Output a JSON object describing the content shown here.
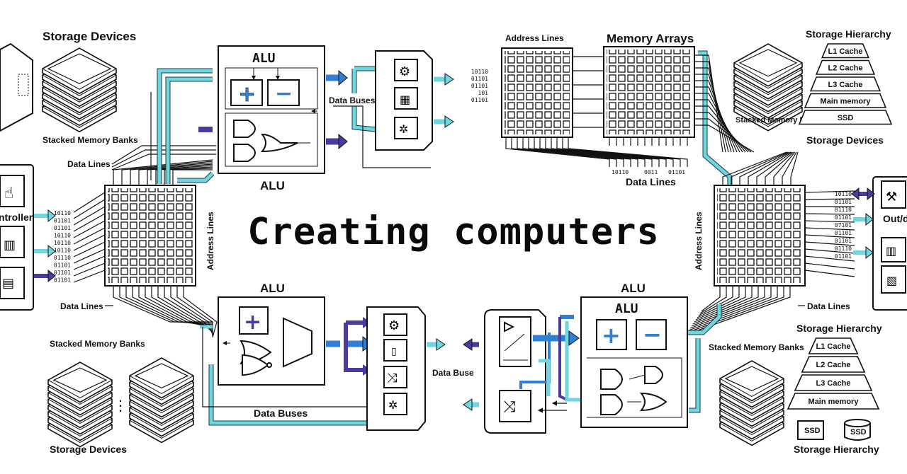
{
  "title": "Creating computers",
  "labels": {
    "storage_devices_tl": "Storage Devices",
    "stacked_banks_tl": "Stacked Memory Banks",
    "data_lines_left_top": "Data Lines",
    "controller": "ntroller",
    "address_lines_left": "Address Lines",
    "data_lines_left_bottom": "Data Lines",
    "stacked_banks_bl": "Stacked Memory Banks",
    "storage_devices_bl": "Storage Devices",
    "alu_top_inner": "ALU",
    "alu_top_caption": "ALU",
    "data_buses_top": "Data Buses",
    "address_lines_top": "Address Lines",
    "memory_arrays": "Memory Arrays",
    "data_lines_mid": "Data Lines",
    "bits_mid": [
      "10110",
      "0011",
      "01101"
    ],
    "storage_hierarchy_tr": "Storage Hierarchy",
    "stacked_banks_tr": "Stacked Memory Banks",
    "storage_devices_tr": "Storage Devices",
    "hierarchy_tr": [
      "L1 Cache",
      "L2 Cache",
      "L3 Cache",
      "Main memory",
      "SSD"
    ],
    "out_label": "Out/d",
    "address_lines_right": "Address Lines",
    "data_lines_right": "Data Lines",
    "alu_bl_caption": "ALU",
    "data_buses_bl": "Data Buses",
    "data_buse_mid": "Data Buse",
    "alu_br_caption": "ALU",
    "alu_br_inner": "ALU",
    "stacked_banks_br": "Stacked Memory Banks",
    "storage_hierarchy_br": "Storage Hierarchy",
    "storage_hierarchy_br_bottom": "Storage Hierarchy",
    "hierarchy_br": [
      "L1 Cache",
      "L2 Cache",
      "L3 Cache",
      "Main memory"
    ],
    "ssd_a": "SSD",
    "ssd_b": "SSD",
    "plus": "+",
    "minus": "−",
    "ellipsis": "⋮"
  },
  "bits_left": [
    "10110",
    "01101",
    "01101",
    "10110",
    "10110",
    "10110",
    "01110",
    "01101",
    "01101",
    "01101"
  ],
  "bits_topmid": [
    "10110",
    "01101",
    "01101",
    "101",
    "01101"
  ],
  "bits_right": [
    "10110",
    "01101",
    "01110",
    "01101",
    "07101",
    "01101",
    "01101",
    "01110",
    "01101"
  ],
  "colors": {
    "cyan": "#6fd6e0",
    "blue": "#2f7fd3",
    "purple": "#4b3a9e",
    "ink": "#111111"
  }
}
